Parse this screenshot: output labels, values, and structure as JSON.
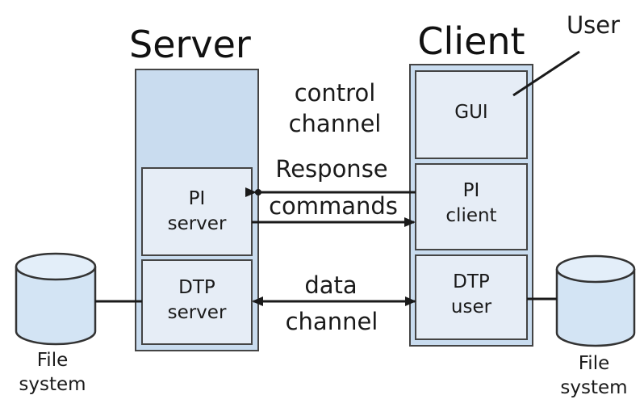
{
  "titles": {
    "server": "Server",
    "client": "Client"
  },
  "labels": {
    "user": "User",
    "control_line1": "control",
    "control_line2": "channel",
    "response": "Response",
    "commands": "commands",
    "data_line1": "data",
    "data_line2": "channel"
  },
  "server": {
    "pi_line1": "PI",
    "pi_line2": "server",
    "dtp_line1": "DTP",
    "dtp_line2": "server"
  },
  "client": {
    "gui": "GUI",
    "pi_line1": "PI",
    "pi_line2": "client",
    "dtp_line1": "DTP",
    "dtp_line2": "user"
  },
  "file_system_left": {
    "line1": "File",
    "line2": "system"
  },
  "file_system_right": {
    "line1": "File",
    "line2": "system"
  },
  "colors": {
    "box_fill": "#c9dcef",
    "inner_fill": "#e6edf6",
    "stroke": "#333333",
    "cylinder_fill": "#d3e4f4"
  }
}
